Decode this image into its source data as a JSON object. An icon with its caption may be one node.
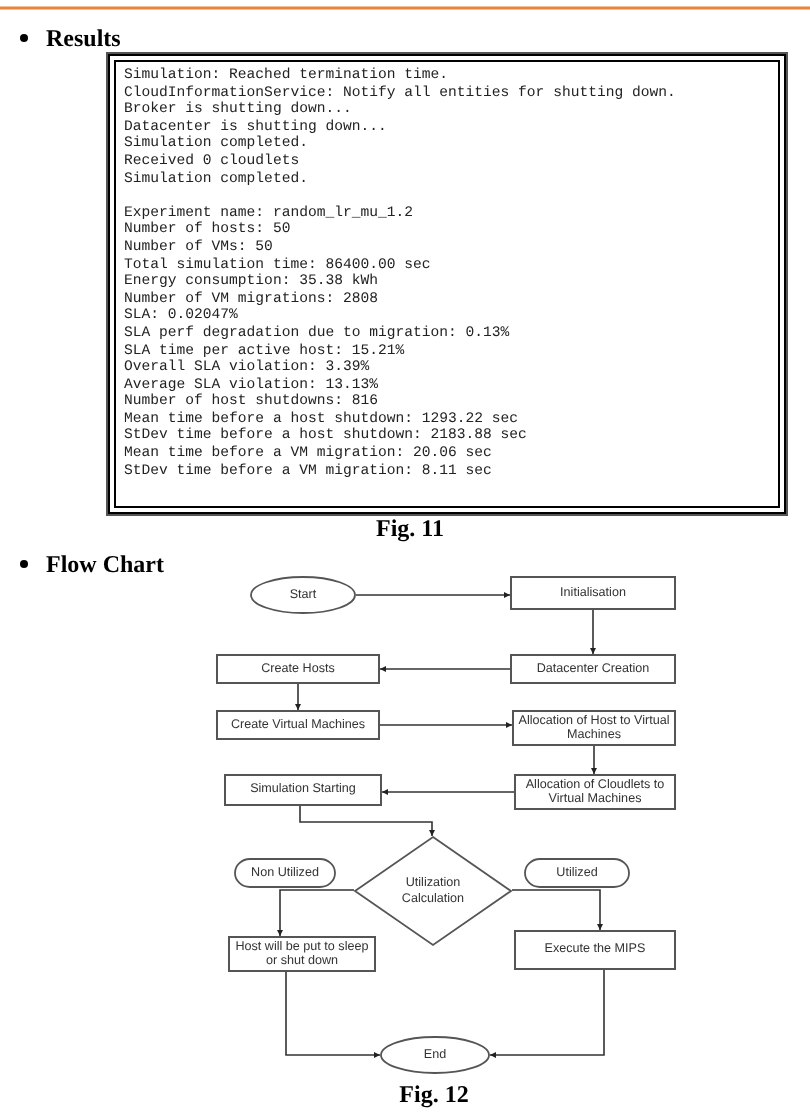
{
  "diagram": {
    "nodes": [
      {
        "text": [
          "Start"
        ]
      },
      {
        "text": [
          "Initialisation"
        ]
      },
      {
        "text": [
          "Datacenter Creation"
        ]
      },
      {
        "text": [
          "Create Hosts"
        ]
      },
      {
        "text": [
          "Create Virtual Machines"
        ]
      },
      {
        "text": [
          "Allocation of Host to Virtual Machines"
        ]
      },
      {
        "text": [
          "Allocation of Cloudlets to Virtual Machines"
        ]
      },
      {
        "text": [
          "Simulation Starting"
        ]
      },
      {
        "text": [
          "Utilization Calculation"
        ]
      },
      {
        "text": [
          "Non Utilized"
        ]
      },
      {
        "text": [
          "Utilized"
        ]
      },
      {
        "text": [
          "Host will be put to sleep or shut down"
        ]
      },
      {
        "text": [
          "Execute the MIPS"
        ]
      },
      {
        "text": [
          "End"
        ]
      }
    ],
    "edges": [
      {
        "from": 0,
        "to": 1,
        "arrow": "to"
      },
      {
        "from": 1,
        "to": 2,
        "arrow": "to"
      },
      {
        "from": 2,
        "to": 3,
        "arrow": "to"
      },
      {
        "from": 3,
        "to": 4,
        "arrow": "to"
      },
      {
        "from": 4,
        "to": 5,
        "arrow": "to"
      },
      {
        "from": 5,
        "to": 6,
        "arrow": "to"
      },
      {
        "from": 6,
        "to": 7,
        "arrow": "to"
      },
      {
        "from": 7,
        "to": 8,
        "arrow": "to"
      },
      {
        "from": 8,
        "to": 11,
        "arrow": "to"
      },
      {
        "from": 8,
        "to": 12,
        "arrow": "to"
      },
      {
        "from": 11,
        "to": 13,
        "arrow": "to"
      },
      {
        "from": 12,
        "to": 13,
        "arrow": "to"
      }
    ],
    "labels": [
      "Results",
      "Simulation: Reached termination time.",
      "CloudInformationService: Notify all entities for shutting down.",
      "Broker is shutting down...",
      "Datacenter is shutting down...",
      "Simulation completed.",
      "Received 0 cloudlets",
      "Simulation completed.",
      "Experiment name: random_lr_mu_1.2",
      "Number of hosts: 50",
      "Number of VMs: 50",
      "Total simulation time: 86400.00 sec",
      "Energy consumption: 35.38 kWh",
      "Number of VM migrations: 2808",
      "SLA: 0.02047%",
      "SLA perf degradation due to migration: 0.13%",
      "SLA time per active host: 15.21%",
      "Overall SLA violation: 3.39%",
      "Average SLA violation: 13.13%",
      "Number of host shutdowns: 816",
      "Mean time before a host shutdown: 1293.22 sec",
      "StDev time before a host shutdown: 2183.88 sec",
      "Mean time before a VM migration: 20.06 sec",
      "StDev time before a VM migration: 8.11 sec",
      "Fig. 11",
      "Flow Chart",
      "Fig. 12"
    ]
  }
}
